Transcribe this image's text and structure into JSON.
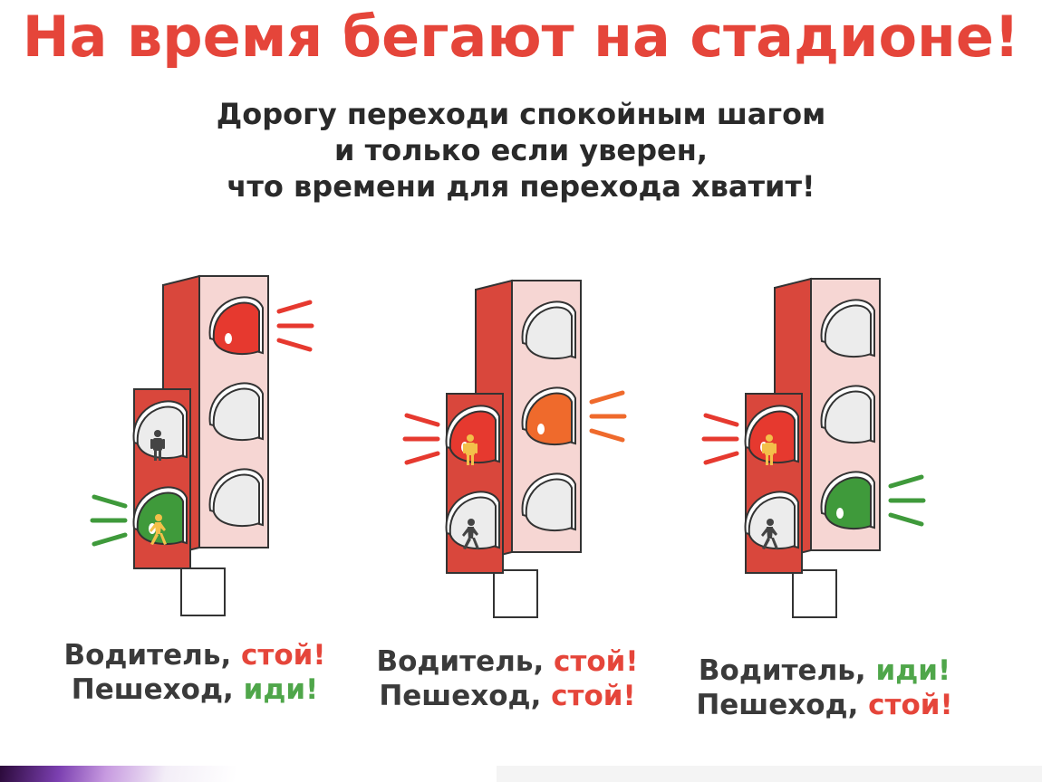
{
  "title": "На время бегают на стадионе!",
  "subtitle": {
    "line1": "Дорогу переходи спокойным шагом",
    "line2": "и только если уверен,",
    "line3": "что времени для перехода хватит!"
  },
  "colors": {
    "title_red": "#e5453a",
    "body_red": "#d9473c",
    "panel_pink": "#f6d6d3",
    "light_green": "#3f9a3b",
    "light_orange": "#ef6a2c",
    "light_red": "#e6392f",
    "lens_off": "#ececec"
  },
  "signals": [
    {
      "car_light": "red",
      "pedestrian_light": "green",
      "caption": {
        "line1_prefix": "Водитель, ",
        "line1_word": "стой!",
        "line2_prefix": "Пешеход, ",
        "line2_word": "иди!"
      }
    },
    {
      "car_light": "yellow",
      "pedestrian_light": "red",
      "caption": {
        "line1_prefix": "Водитель, ",
        "line1_word": "стой!",
        "line2_prefix": "Пешеход, ",
        "line2_word": "стой!"
      }
    },
    {
      "car_light": "green",
      "pedestrian_light": "red",
      "caption": {
        "line1_prefix": "Водитель, ",
        "line1_word": "иди!",
        "line2_prefix": "Пешеход, ",
        "line2_word": "стой!"
      }
    }
  ]
}
